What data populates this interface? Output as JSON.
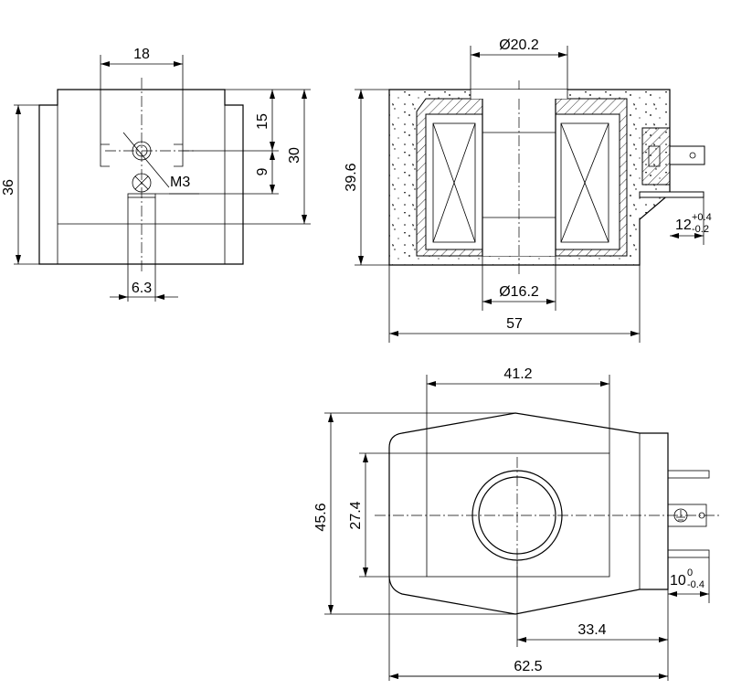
{
  "views": {
    "left_view": {
      "dim_top": "18",
      "dim_height_overall": "36",
      "dim_height_right": "30",
      "dim_upper": "15",
      "dim_lower": "9",
      "thread_label": "M3",
      "dim_bottom": "6.3"
    },
    "section_view": {
      "dim_top_diameter": "Ø20.2",
      "dim_inner_diameter": "Ø16.2",
      "dim_height": "39.6",
      "dim_width": "57",
      "dim_terminal": {
        "base": "12",
        "upper": "+0.4",
        "lower": "-0.2"
      }
    },
    "top_view": {
      "dim_inner_width": "41.2",
      "dim_height_overall": "45.6",
      "dim_height_inner": "27.4",
      "dim_center_to_terminal": "33.4",
      "dim_width_overall": "62.5",
      "dim_terminal": {
        "base": "10",
        "upper": "0",
        "lower": "-0.4"
      }
    }
  }
}
